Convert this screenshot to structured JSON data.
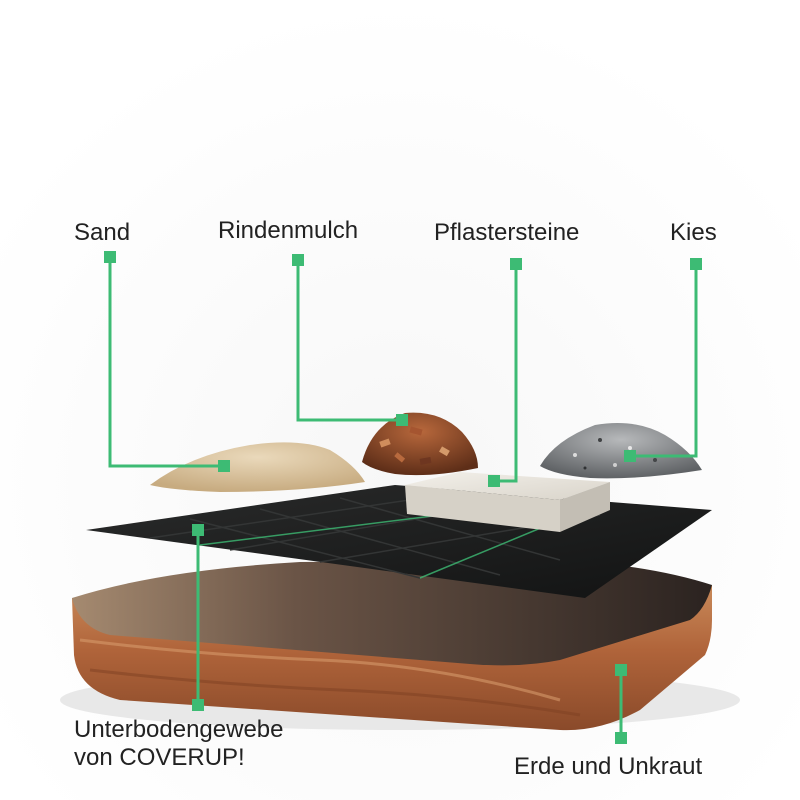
{
  "labels": {
    "sand": "Sand",
    "rindenmulch": "Rindenmulch",
    "pflastersteine": "Pflastersteine",
    "kies": "Kies",
    "unterbodengewebe_line1": "Unterbodengewebe",
    "unterbodengewebe_line2": "von COVERUP!",
    "erde": "Erde und Unkraut"
  },
  "colors": {
    "accent_green": "#3dbb74",
    "label_text": "#222222",
    "fabric": "#1e1f1f",
    "soil_top": "#2b2320",
    "soil_side": "#b0643a",
    "sand": "#d8c3a0",
    "mulch": "#8c4a2a",
    "gravel": "#8e9093",
    "paver": "#e6e2da"
  }
}
